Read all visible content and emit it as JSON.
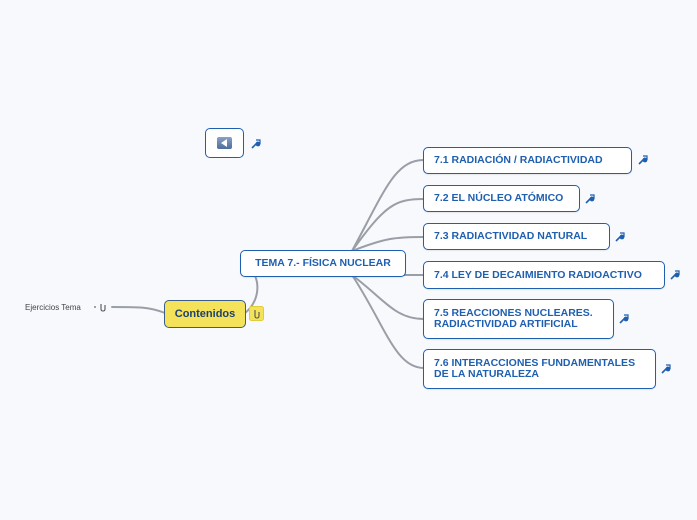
{
  "root": {
    "label": "Contenidos"
  },
  "left_branch": {
    "label": "Ejercicios Tema"
  },
  "main_topic": {
    "label": "TEMA 7.- FÍSICA NUCLEAR"
  },
  "subtopics": [
    {
      "lines": [
        "7.1 RADIACIÓN / RADIACTIVIDAD"
      ]
    },
    {
      "lines": [
        "7.2 EL NÚCLEO ATÓMICO"
      ]
    },
    {
      "lines": [
        "7.3 RADIACTIVIDAD NATURAL"
      ]
    },
    {
      "lines": [
        "7.4 LEY DE DECAIMIENTO RADIOACTIVO"
      ]
    },
    {
      "lines": [
        "7.5 REACCIONES NUCLEARES.",
        "RADIACTIVIDAD ARTIFICIAL"
      ]
    },
    {
      "lines": [
        "7.6 INTERACCIONES FUNDAMENTALES",
        "DE LA NATURALEZA"
      ]
    }
  ],
  "colors": {
    "node_border": "#1f5fb0",
    "root_fill": "#f3e25a",
    "connector": "#9a9ea6"
  },
  "icons": {
    "subtopic_link": "link-icon",
    "attachment": "attachment-icon",
    "back": "back-icon"
  }
}
